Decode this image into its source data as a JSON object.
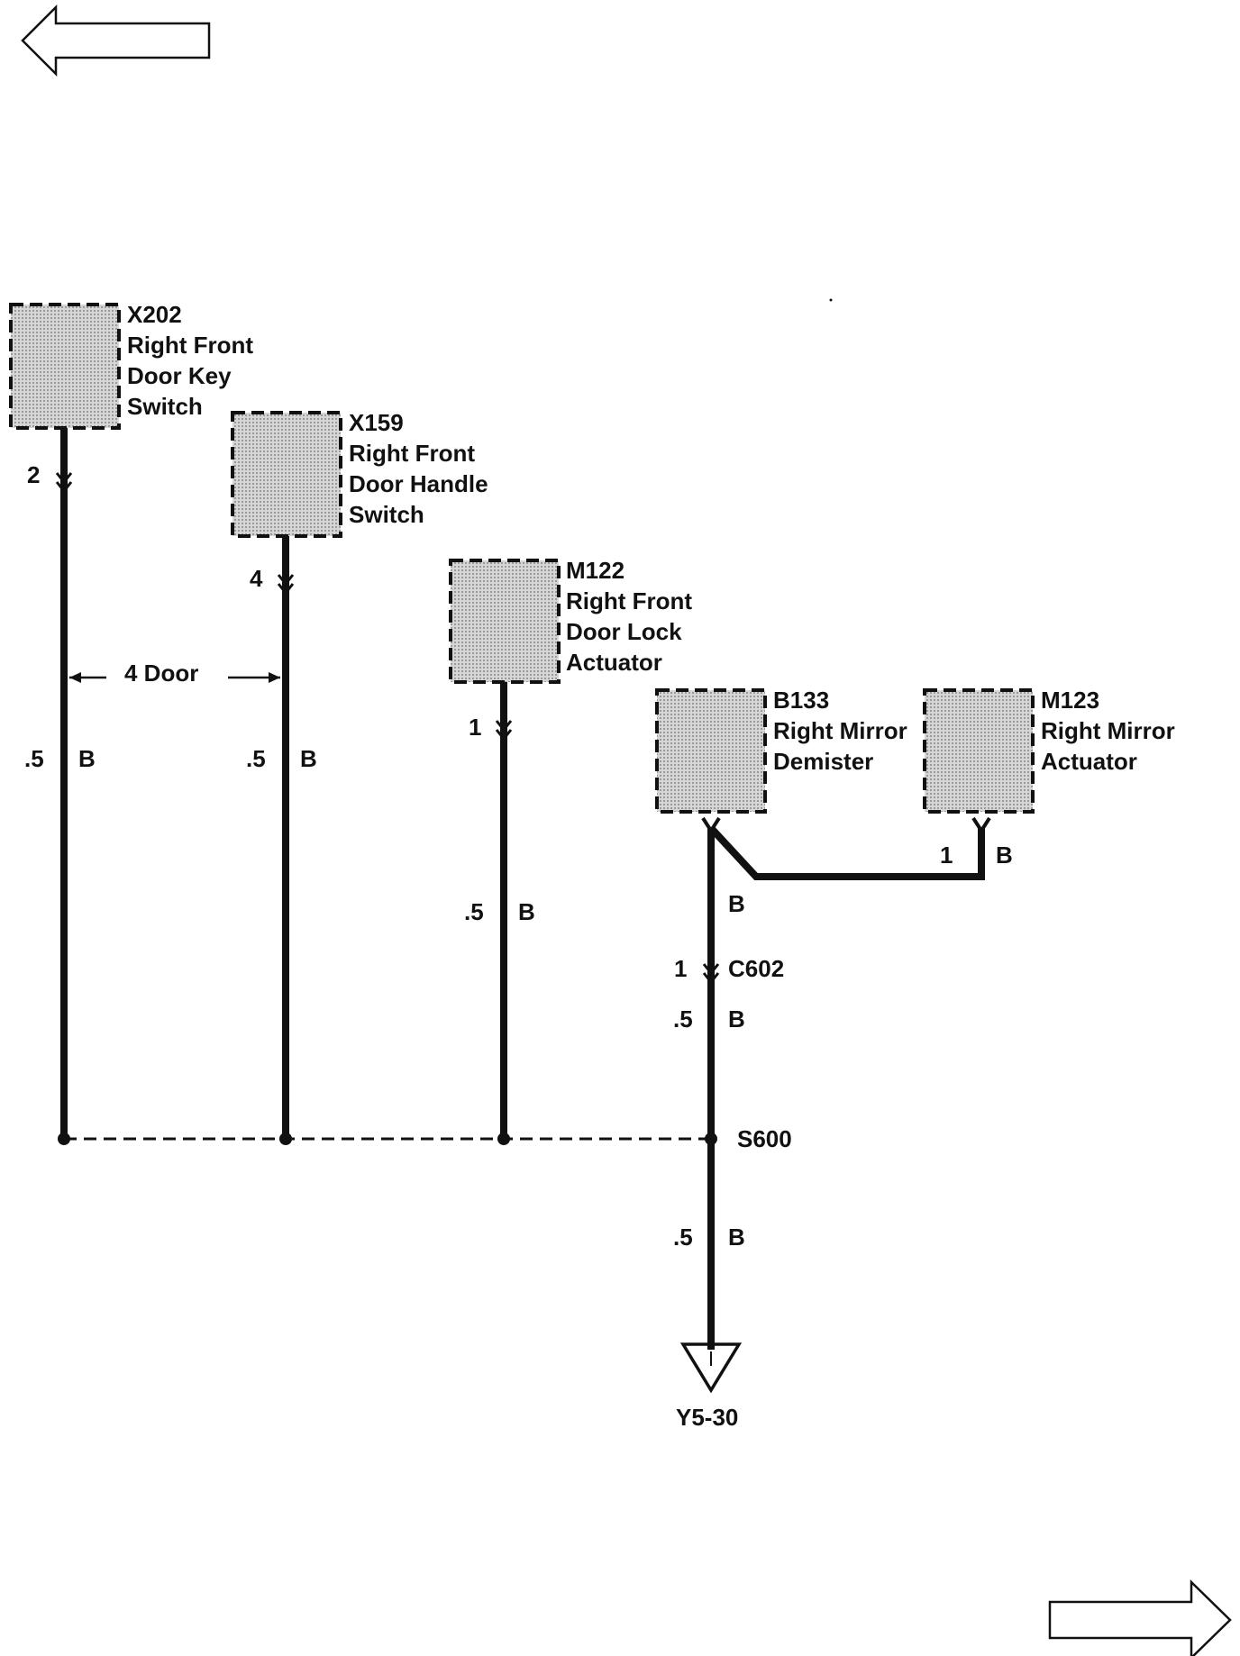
{
  "colors": {
    "ink": "#111111",
    "fill": "#c8c8c8",
    "background": "#ffffff"
  },
  "navigation": {
    "back": "arrow-left-icon",
    "forward": "arrow-right-icon"
  },
  "components": {
    "x202": {
      "id": "X202",
      "line1": "Right Front",
      "line2": "Door Key",
      "line3": "Switch"
    },
    "x159": {
      "id": "X159",
      "line1": "Right Front",
      "line2": "Door Handle",
      "line3": "Switch"
    },
    "m122": {
      "id": "M122",
      "line1": "Right Front",
      "line2": "Door Lock",
      "line3": "Actuator"
    },
    "b133": {
      "id": "B133",
      "line1": "Right Mirror",
      "line2": "Demister"
    },
    "m123": {
      "id": "M123",
      "line1": "Right Mirror",
      "line2": "Actuator"
    }
  },
  "wires": {
    "x202": {
      "pin": "2",
      "gauge": ".5",
      "color": "B"
    },
    "x159": {
      "pin": "4",
      "gauge": ".5",
      "color": "B"
    },
    "m122": {
      "pin": "1",
      "gauge": ".5",
      "color": "B"
    },
    "m123": {
      "pin": "1",
      "color": "B"
    },
    "b133": {
      "color": "B"
    },
    "c602": {
      "pin": "1",
      "name": "C602",
      "gauge": ".5",
      "color": "B"
    },
    "ground_wire": {
      "gauge": ".5",
      "color": "B"
    }
  },
  "option_note": "4 Door",
  "splice": "S600",
  "ground": "Y5-30"
}
